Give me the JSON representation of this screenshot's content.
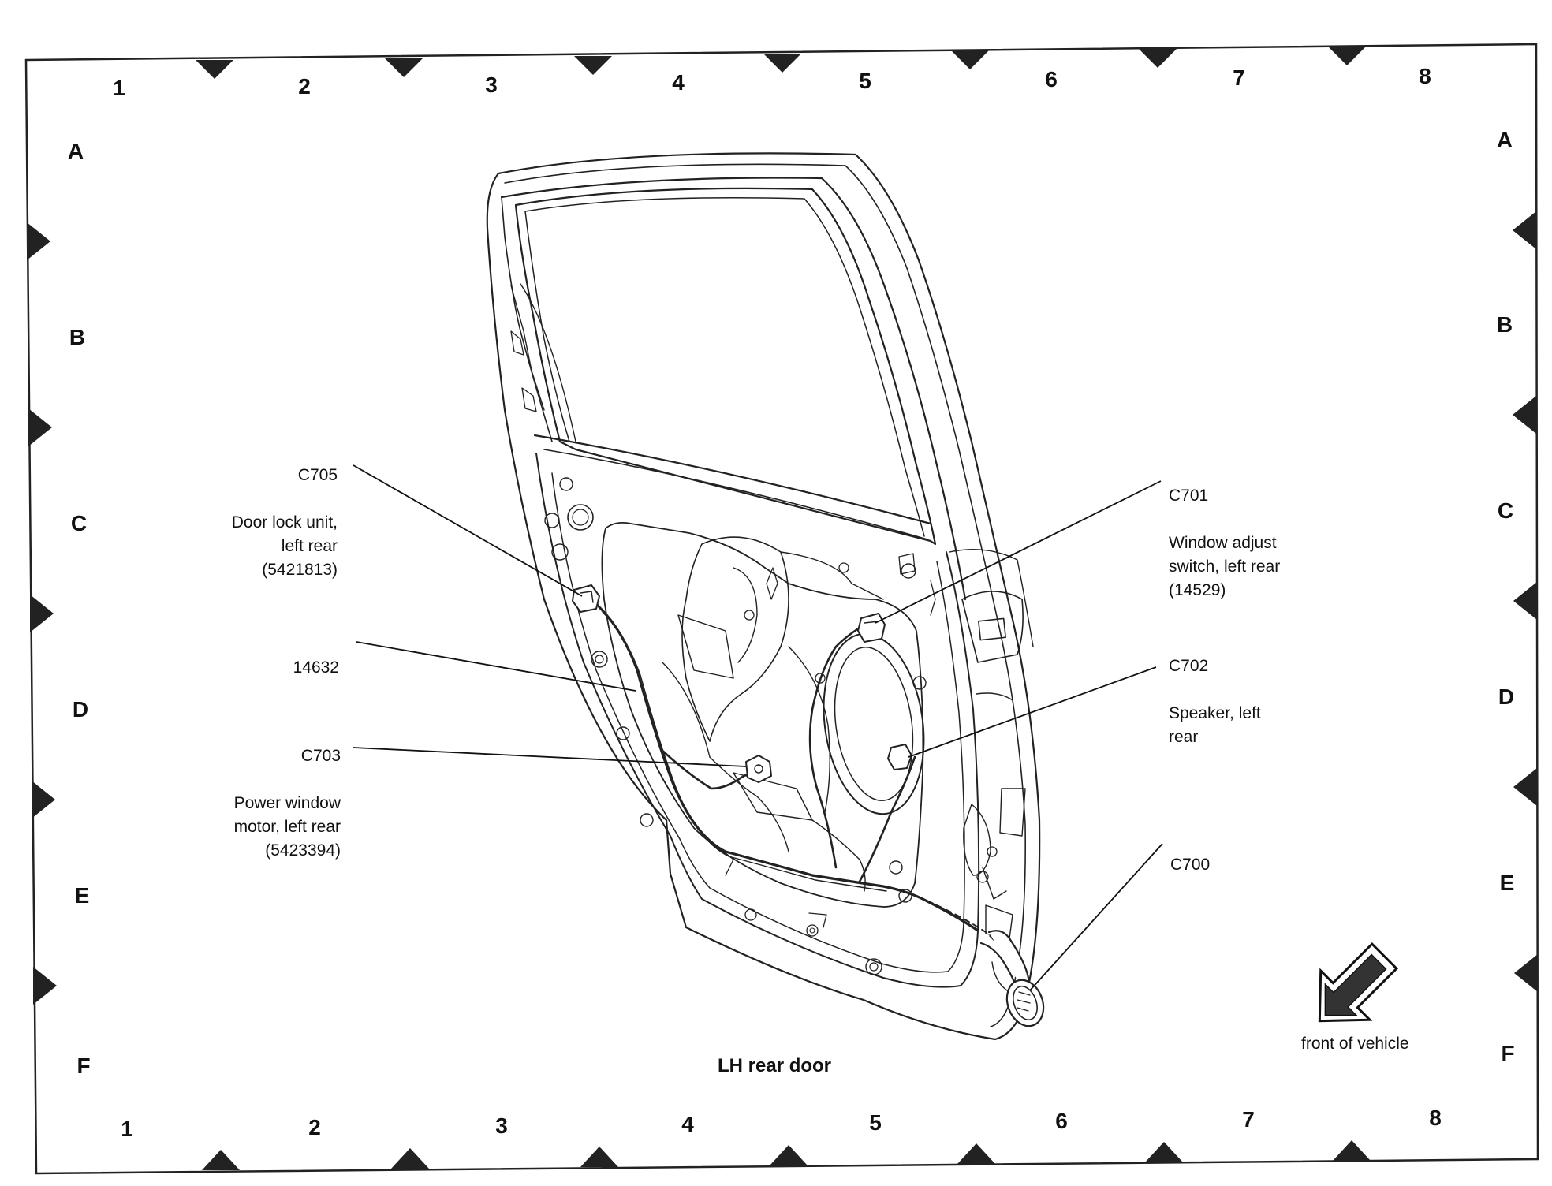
{
  "grid": {
    "top_numbers": [
      "1",
      "2",
      "3",
      "4",
      "5",
      "6",
      "7",
      "8"
    ],
    "bottom_numbers": [
      "1",
      "2",
      "3",
      "4",
      "5",
      "6",
      "7",
      "8"
    ],
    "left_letters": [
      "A",
      "B",
      "C",
      "D",
      "E",
      "F"
    ],
    "right_letters": [
      "A",
      "B",
      "C",
      "D",
      "E",
      "F"
    ]
  },
  "callouts": {
    "c705": {
      "code": "C705",
      "desc": "Door lock unit,\nleft rear\n(5421813)"
    },
    "p14632": {
      "code": "14632"
    },
    "c703": {
      "code": "C703",
      "desc": "Power window\nmotor, left rear\n(5423394)"
    },
    "c701": {
      "code": "C701",
      "desc": "Window adjust\nswitch, left rear\n(14529)"
    },
    "c702": {
      "code": "C702",
      "desc": "Speaker, left\nrear"
    },
    "c700": {
      "code": "C700"
    }
  },
  "title": "LH rear door",
  "orientation_note": "front of vehicle"
}
